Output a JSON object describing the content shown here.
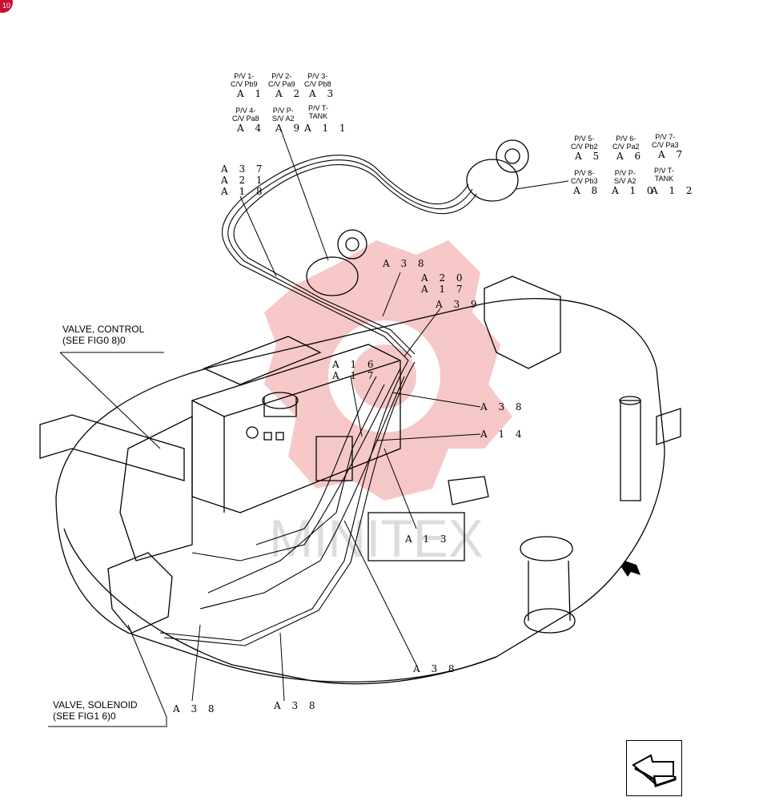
{
  "page_badge": "10",
  "pv_labels": [
    {
      "id": "pv1",
      "line1": "P/V 1-",
      "line2": "C/V Pb9",
      "code": "A 1"
    },
    {
      "id": "pv2",
      "line1": "P/V 2-",
      "line2": "C/V Pa9",
      "code": "A 2"
    },
    {
      "id": "pv3",
      "line1": "P/V 3-",
      "line2": "C/V Pb8",
      "code": "A 3"
    },
    {
      "id": "pv4",
      "line1": "P/V 4-",
      "line2": "C/V Pa8",
      "code": "A 4"
    },
    {
      "id": "pvp1",
      "line1": "P/V P-",
      "line2": "S/V A2",
      "code": "A 9"
    },
    {
      "id": "pvt1",
      "line1": "P/V T-",
      "line2": "TANK",
      "code": "A 1 1"
    },
    {
      "id": "pv5",
      "line1": "P/V 5-",
      "line2": "C/V Pb2",
      "code": "A 5"
    },
    {
      "id": "pv6",
      "line1": "P/V 6-",
      "line2": "C/V Pa2",
      "code": "A 6"
    },
    {
      "id": "pv7",
      "line1": "P/V 7-",
      "line2": "C/V Pa3",
      "code": "A 7"
    },
    {
      "id": "pv8",
      "line1": "P/V 8-",
      "line2": "C/V Pb3",
      "code": "A 8"
    },
    {
      "id": "pvp2",
      "line1": "P/V P-",
      "line2": "S/V A2",
      "code": "A 1 0"
    },
    {
      "id": "pvt2",
      "line1": "P/V T-",
      "line2": "TANK",
      "code": "A 1 2"
    }
  ],
  "codes": {
    "a37": "A 3 7",
    "a21": "A 2 1",
    "a18": "A 1 8",
    "a38_top": "A 3 8",
    "a20": "A 2 0",
    "a17_top": "A 1 7",
    "a39": "A 3 9",
    "a16": "A 1 6",
    "a17_mid": "A 1 7",
    "a38_mid": "A 3 8",
    "a14": "A 1 4",
    "a13": "A 1 3",
    "a38_low": "A 3 8",
    "a38_left": "A 3 8",
    "a38_center": "A 3 8"
  },
  "refs": {
    "control_line1": "VALVE, CONTROL",
    "control_line2": "(SEE FIG0 8)0",
    "solenoid_line1": "VALVE, SOLENOID",
    "solenoid_line2": "(SEE FIG1 6)0"
  },
  "watermark": "MINITEX",
  "colors": {
    "watermark": "#e23b3b",
    "badge": "#c8102e"
  },
  "icons": {
    "nav": "next-page-arrow-icon"
  }
}
